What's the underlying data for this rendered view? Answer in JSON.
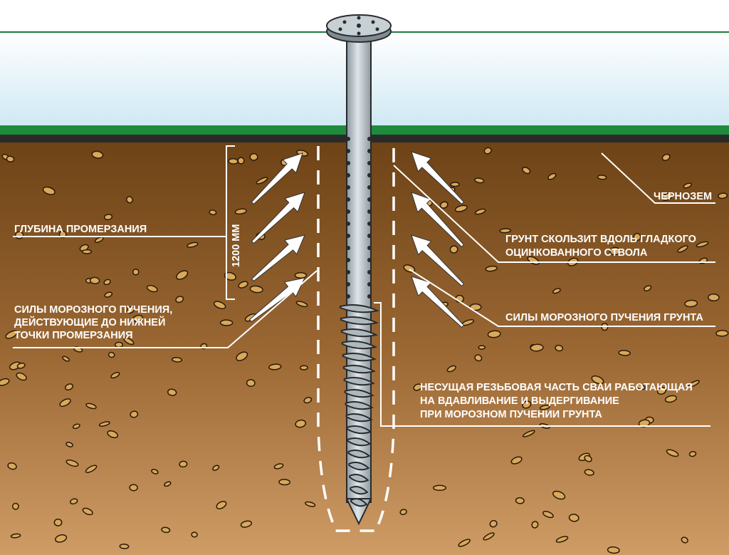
{
  "labels": {
    "chernozem": "ЧЕРНОЗЕМ",
    "freeze_depth": "ГЛУБИНА ПРОМЕРЗАНИЯ",
    "depth_value": "1200 ММ",
    "slide_line1": "ГРУНТ СКОЛЬЗИТ  ВДОЛЬ ГЛАДКОГО",
    "slide_line2": "ОЦИНКОВАННОГО СТВОЛА",
    "heave_left_line1": "СИЛЫ МОРОЗНОГО ПУЧЕНИЯ,",
    "heave_left_line2": "ДЕЙСТВУЮЩИЕ ДО НИЖНЕЙ",
    "heave_left_line3": "ТОЧКИ ПРОМЕРЗАНИЯ",
    "heave_right": "СИЛЫ МОРОЗНОГО ПУЧЕНИЯ ГРУНТА",
    "thread_line1": "НЕСУЩАЯ РЕЗЬБОВАЯ ЧАСТЬ СВАИ РАБОТАЮЩАЯ",
    "thread_line2": "НА ВДАВЛИВАНИЕ И ВЫДЕРГИВАНИЕ",
    "thread_line3": "ПРИ МОРОЗНОМ ПУЧЕНИИ  ГРУНТА"
  },
  "colors": {
    "grass": "#1e8a3c",
    "soil_top": "#6e4316",
    "soil_bottom": "#c9965f",
    "pile": "#b9c3c9",
    "sky": "#d6edf6"
  }
}
